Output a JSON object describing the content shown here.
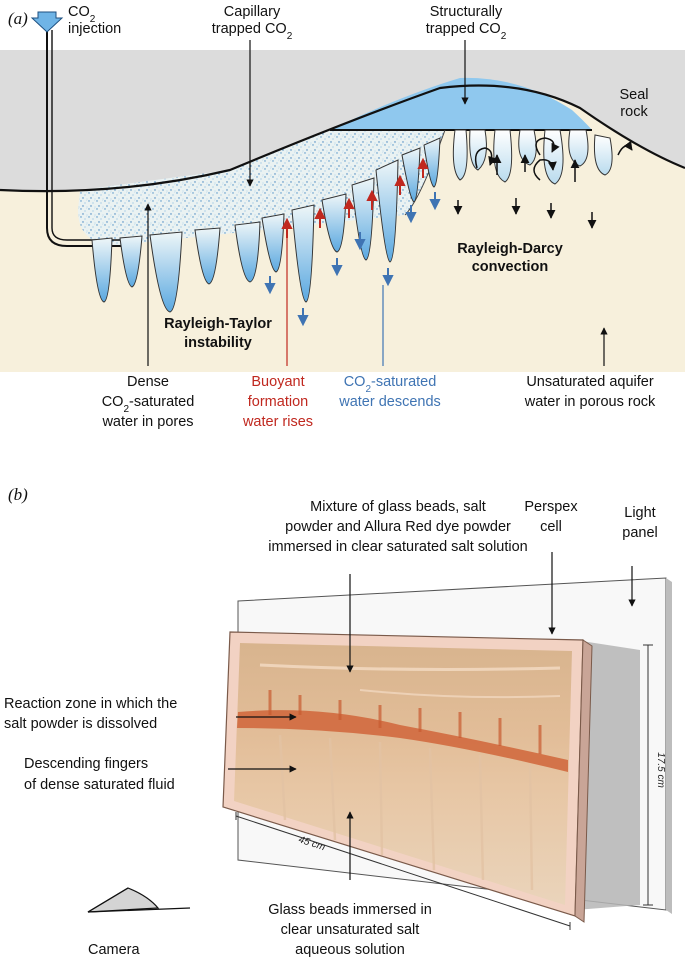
{
  "panel_a": {
    "tag": "(a)",
    "injection": {
      "line1": "CO",
      "sub": "2",
      "line2": "injection"
    },
    "capillary": {
      "line1": "Capillary",
      "line2": "trapped CO",
      "sub": "2"
    },
    "structural": {
      "line1": "Structurally",
      "line2": "trapped CO",
      "sub": "2"
    },
    "seal": {
      "line1": "Seal",
      "line2": "rock"
    },
    "rd": {
      "line1": "Rayleigh-Darcy",
      "line2": "convection"
    },
    "rt": {
      "line1": "Rayleigh-Taylor",
      "line2": "instability"
    },
    "dense": {
      "line1": "Dense",
      "line2a": "CO",
      "sub": "2",
      "line2b": "-saturated",
      "line3": "water in pores"
    },
    "buoyant": {
      "line1": "Buoyant",
      "line2": "formation",
      "line3": "water rises"
    },
    "descends": {
      "line1a": "CO",
      "sub": "2",
      "line1b": "-saturated",
      "line2": "water descends"
    },
    "unsat": {
      "line1": "Unsaturated aquifer",
      "line2": "water in porous rock"
    }
  },
  "panel_b": {
    "tag": "(b)",
    "mixture": {
      "line1": "Mixture of glass beads, salt",
      "line2": "powder and Allura Red dye powder",
      "line3": "immersed in clear saturated salt solution"
    },
    "perspex": {
      "line1": "Perspex",
      "line2": "cell"
    },
    "light": {
      "line1": "Light",
      "line2": "panel"
    },
    "reaction": {
      "line1": "Reaction zone in which the",
      "line2": "salt powder is dissolved"
    },
    "fingers": {
      "line1": "Descending fingers",
      "line2": "of dense saturated fluid"
    },
    "width_dim": "45 cm",
    "height_dim": "17.5 cm",
    "beads": {
      "line1": "Glass beads immersed in",
      "line2": "clear unsaturated salt",
      "line3": "aqueous solution"
    },
    "camera": "Camera"
  },
  "colors": {
    "seal": "#dcdcdc",
    "aquifer": "#f7f0dc",
    "co2": "#8fc8ee",
    "red_arrow": "#c0281f",
    "blue_arrow": "#3f74b3",
    "frame": "#f2d2c3"
  }
}
